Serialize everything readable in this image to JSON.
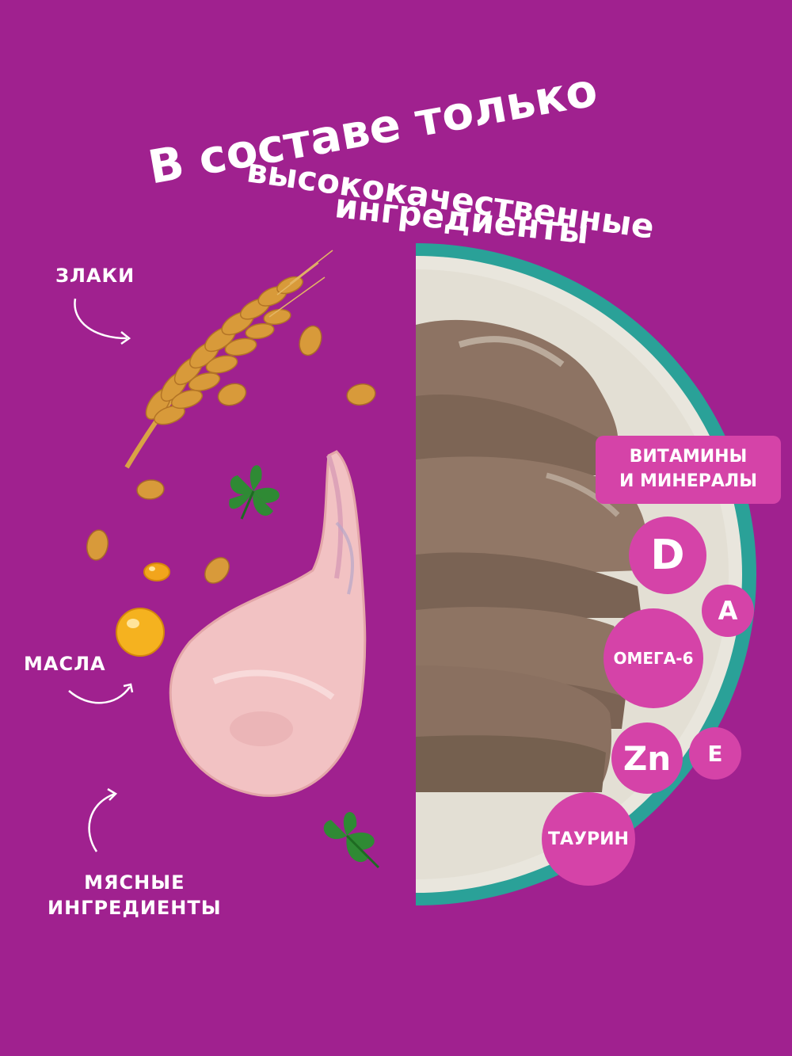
{
  "title": {
    "line1": "В составе только",
    "line2": "высококачественные",
    "line3": "ингредиенты"
  },
  "labels": {
    "cereals": "ЗЛАКИ",
    "oils": "МАСЛА",
    "meat_line1": "МЯСНЫЕ",
    "meat_line2": "ИНГРЕДИЕНТЫ"
  },
  "vitamins_box": {
    "line1": "ВИТАМИНЫ",
    "line2": "И МИНЕРАЛЫ"
  },
  "bubbles": {
    "d": "D",
    "a": "A",
    "omega": "ОМЕГА-6",
    "zn": "Zn",
    "e": "E",
    "taurine": "ТАУРИН"
  },
  "colors": {
    "background": "#a0218f",
    "bubble": "#d543a8",
    "plate_rim": "#2aa198",
    "plate": "#e8e5dc"
  }
}
